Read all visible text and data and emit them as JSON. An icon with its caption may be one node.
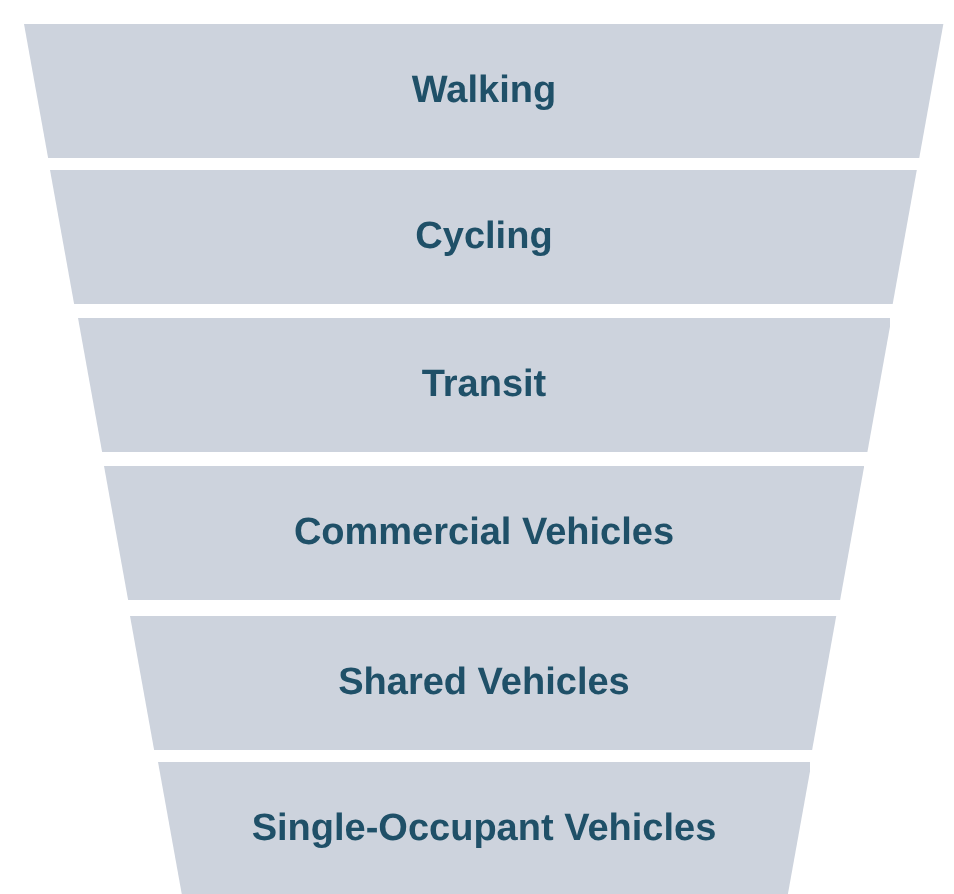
{
  "diagram": {
    "nodes": [
      {
        "text": [
          "Walking"
        ]
      },
      {
        "text": [
          "Cycling"
        ]
      },
      {
        "text": [
          "Transit"
        ]
      },
      {
        "text": [
          "Commercial Vehicles"
        ]
      },
      {
        "text": [
          "Shared Vehicles"
        ]
      },
      {
        "text": [
          "Single-Occupant Vehicles"
        ]
      }
    ]
  }
}
